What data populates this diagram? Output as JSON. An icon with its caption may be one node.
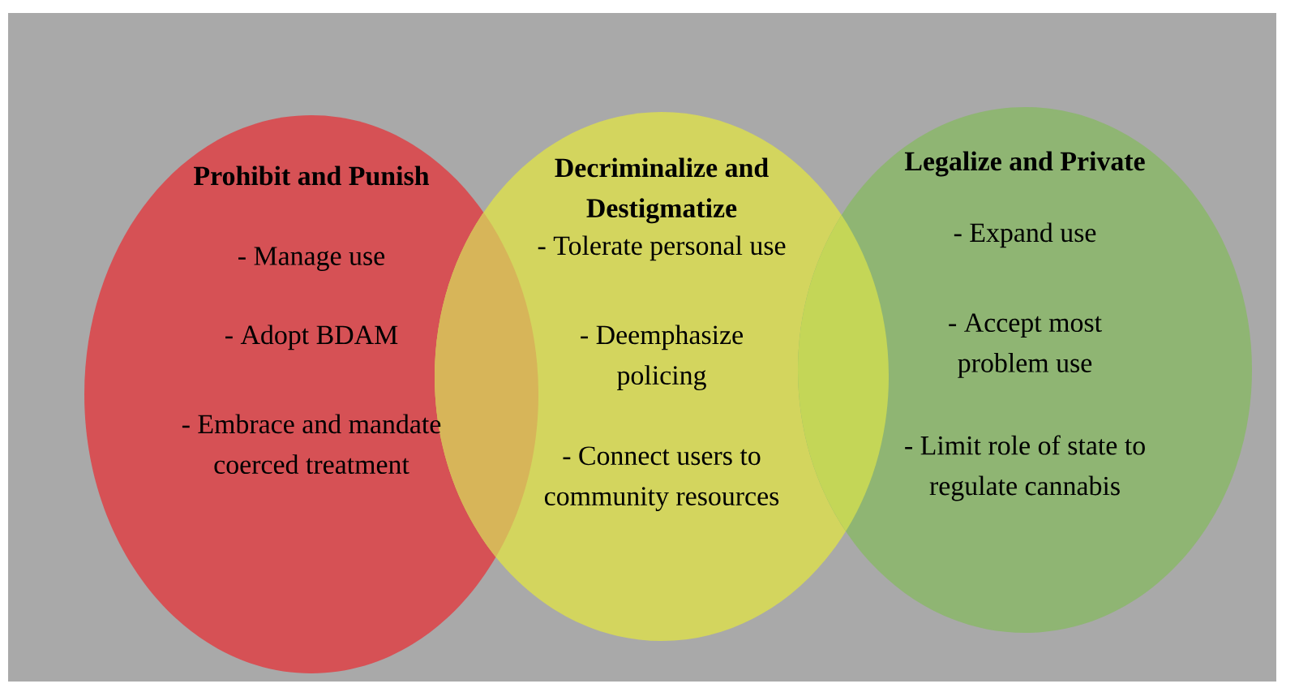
{
  "diagram": {
    "nodes": [
      {
        "text": [
          "Prohibit and Punish",
          "- Manage use",
          "- Adopt BDAM",
          "- Embrace and mandate coerced treatment"
        ]
      },
      {
        "text": [
          "Decriminalize and Destigmatize",
          "- Tolerate personal use",
          "- Deemphasize policing",
          "- Connect users to community resources"
        ]
      },
      {
        "text": [
          "Legalize and Private",
          "- Expand use",
          "- Accept most problem use",
          "- Limit role of state to regulate cannabis"
        ]
      }
    ]
  }
}
